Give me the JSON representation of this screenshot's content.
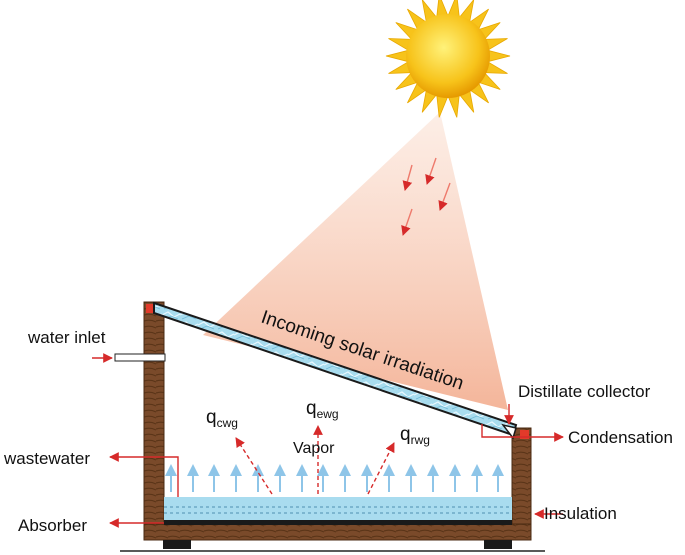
{
  "labels": {
    "water_inlet": "water inlet",
    "wastewater": "wastewater",
    "absorber": "Absorber",
    "incoming": "Incoming solar irradiation",
    "distillate": "Distillate collector",
    "condensation": "Condensation",
    "insulation": "Insulation",
    "vapor": "Vapor",
    "q_cwg": {
      "main": "q",
      "sub": "cwg"
    },
    "q_ewg": {
      "main": "q",
      "sub": "ewg"
    },
    "q_rwg": {
      "main": "q",
      "sub": "rwg"
    }
  },
  "icons": {
    "sun": "sun-icon",
    "ray_arrow": "arrow-down-left-icon",
    "vapor_arrow": "arrow-up-icon",
    "pointer_arrow": "arrow-icon"
  },
  "colors": {
    "wood": "#7a4a2a",
    "wood_dark": "#4a2a12",
    "glass": "#8fd0e8",
    "water": "#a9dcef",
    "absorber": "#1a1a1a",
    "beam": "#f6c2a8",
    "sun": "#f7c31a",
    "accent_red": "#d62a2a",
    "vapor_blue": "#8ec5e8"
  }
}
